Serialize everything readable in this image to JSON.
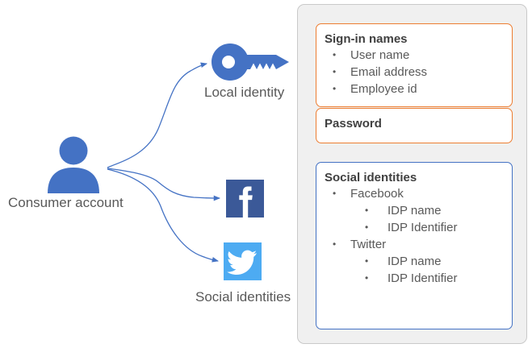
{
  "diagram": {
    "nodes": [
      {
        "key": "consumer-account",
        "label": "Consumer account",
        "icon": "person-icon"
      },
      {
        "key": "local-identity",
        "label": "Local identity",
        "icon": "key-icon"
      },
      {
        "key": "social-identities",
        "label": "Social identities",
        "icon": "facebook-icon, twitter-icon"
      }
    ],
    "edges": [
      {
        "from": "consumer-account",
        "to": "local-identity"
      },
      {
        "from": "consumer-account",
        "to": "facebook-icon"
      },
      {
        "from": "consumer-account",
        "to": "twitter-icon"
      }
    ],
    "colors": {
      "node_blue": "#4472c4",
      "arrow_blue": "#4472c4",
      "facebook_blue": "#3b5998",
      "twitter_blue": "#4dabf2",
      "label_gray": "#595959"
    }
  },
  "panel": {
    "background": "#f0f0f0",
    "boxes": [
      {
        "key": "sign-in-names",
        "title": "Sign-in names",
        "accent": "#ed7d31",
        "items": [
          {
            "level": 1,
            "text": "User name"
          },
          {
            "level": 1,
            "text": "Email address"
          },
          {
            "level": 1,
            "text": "Employee id"
          }
        ]
      },
      {
        "key": "password",
        "title": "Password",
        "accent": "#ed7d31",
        "items": []
      },
      {
        "key": "social-identities",
        "title": "Social identities",
        "accent": "#4472c4",
        "items": [
          {
            "level": 1,
            "text": "Facebook"
          },
          {
            "level": 2,
            "text": "IDP name"
          },
          {
            "level": 2,
            "text": "IDP Identifier"
          },
          {
            "level": 1,
            "text": "Twitter"
          },
          {
            "level": 2,
            "text": "IDP name"
          },
          {
            "level": 2,
            "text": "IDP Identifier"
          }
        ]
      }
    ],
    "bullet_glyph": "•"
  }
}
